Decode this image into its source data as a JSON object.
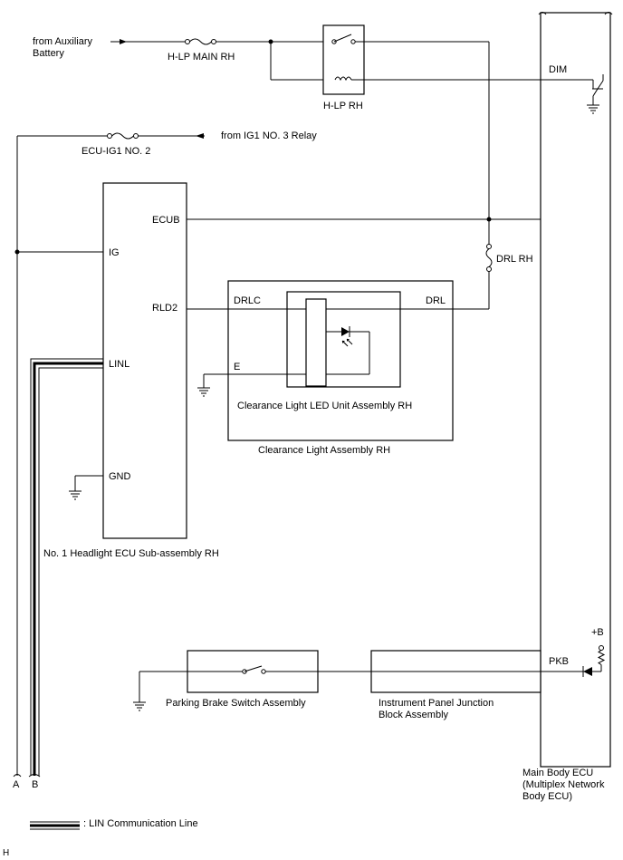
{
  "labels": {
    "from_aux_line1": "from Auxiliary",
    "from_aux_line2": "Battery",
    "hlp_main_rh": "H-LP MAIN RH",
    "hlp_rh": "H-LP RH",
    "dim": "DIM",
    "ecu_ig1_no2": "ECU-IG1 NO. 2",
    "from_ig1_relay": "from IG1 NO. 3 Relay",
    "ecub": "ECUB",
    "ig": "IG",
    "drl_rh": "DRL RH",
    "rld2": "RLD2",
    "drlc": "DRLC",
    "drl": "DRL",
    "linl": "LINL",
    "e": "E",
    "clearance_led_unit": "Clearance Light LED Unit Assembly RH",
    "clearance_assembly": "Clearance Light Assembly RH",
    "gnd": "GND",
    "headlight_ecu": "No. 1 Headlight ECU Sub-assembly RH",
    "plus_b": "+B",
    "pkb": "PKB",
    "parking_brake": "Parking Brake Switch Assembly",
    "ipjb_line1": "Instrument Panel Junction",
    "ipjb_line2": "Block Assembly",
    "main_ecu_line1": "Main Body ECU",
    "main_ecu_line2": "(Multiplex Network",
    "main_ecu_line3": "Body ECU)",
    "marker_a": "A",
    "marker_b": "B",
    "legend_lin": ": LIN Communication Line",
    "corner_h": "H"
  }
}
